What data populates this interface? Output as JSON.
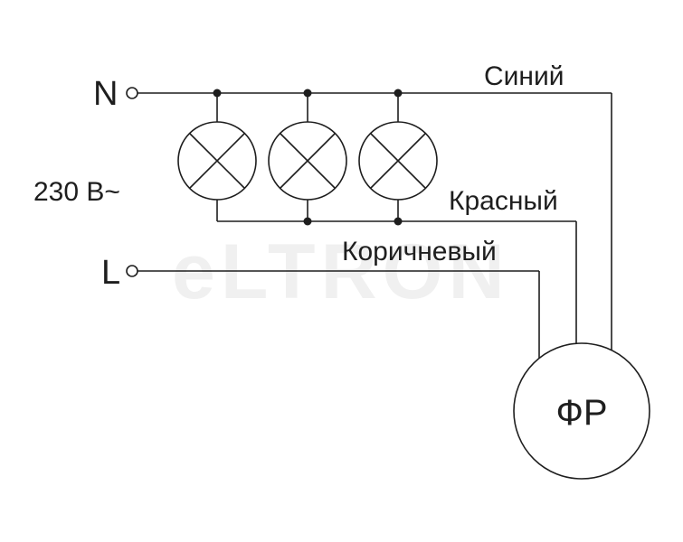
{
  "terminals": {
    "neutral": "N",
    "line": "L"
  },
  "supply": "230 В~",
  "wires": {
    "blue": "Синий",
    "red": "Красный",
    "brown": "Коричневый"
  },
  "sensor": "ФР",
  "watermark": "eLTRON",
  "lamp_count": 3,
  "colors": {
    "ink": "#1e1e1e",
    "watermark": "#f0f0f0",
    "background": "#ffffff"
  }
}
